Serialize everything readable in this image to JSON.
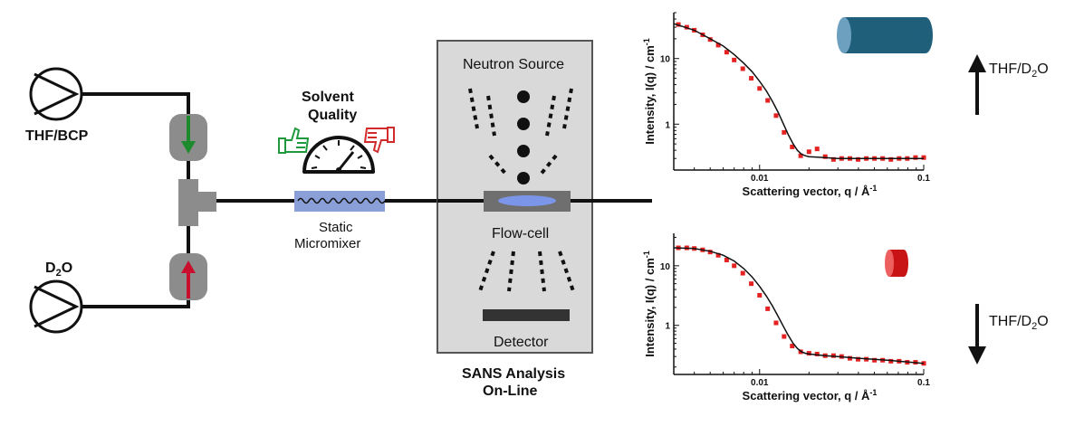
{
  "labels": {
    "pump_top": "THF/BCP",
    "pump_bottom_main": "D",
    "pump_bottom_sub": "2",
    "pump_bottom_end": "O",
    "solvent_line1": "Solvent",
    "solvent_line2": "Quality",
    "mixer_line1": "Static",
    "mixer_line2": "Micromixer",
    "neutron_source": "Neutron Source",
    "flow_cell": "Flow-cell",
    "detector": "Detector",
    "sans_line1": "SANS Analysis",
    "sans_line2": "On-Line",
    "arrow_up_main": "THF/D",
    "arrow_up_sub": "2",
    "arrow_up_end": "O",
    "arrow_down_main": "THF/D",
    "arrow_down_sub": "2",
    "arrow_down_end": "O"
  },
  "colors": {
    "thumbs_up": "#1e9a3c",
    "thumbs_down": "#d22b2b",
    "arrow_green": "#1e8a2e",
    "arrow_red": "#c8102e",
    "mixer_fill": "#8a9fd8",
    "cylinder_blue": "#1f5f7a",
    "cylinder_red": "#c81414",
    "sans_box": "#d9d9d9",
    "data_red": "#e52222"
  },
  "chart_data": [
    {
      "type": "scatter",
      "title": "",
      "xlabel": "Scattering vector, q / Å",
      "xlabel_sup": "-1",
      "ylabel": "Intensity, I(q) / cm",
      "ylabel_sup": "-1",
      "x_scale": "log",
      "y_scale": "log",
      "xlim": [
        0.003,
        0.1
      ],
      "ylim": [
        0.2,
        50
      ],
      "x_ticks": [
        {
          "value": 0.01,
          "label": "0.01"
        },
        {
          "value": 0.1,
          "label": "0.1"
        }
      ],
      "y_ticks": [
        {
          "value": 10,
          "label": "10"
        },
        {
          "value": 1,
          "label": "1"
        }
      ],
      "series": [
        {
          "kind": "points",
          "x": [
            0.0032,
            0.0036,
            0.004,
            0.0045,
            0.005,
            0.0056,
            0.0063,
            0.007,
            0.0079,
            0.0089,
            0.01,
            0.0112,
            0.0126,
            0.0141,
            0.0158,
            0.0178,
            0.02,
            0.0224,
            0.0251,
            0.0282,
            0.0316,
            0.0355,
            0.0398,
            0.0447,
            0.0501,
            0.0562,
            0.0631,
            0.0708,
            0.0794,
            0.0891,
            0.1
          ],
          "y": [
            33,
            30,
            27,
            23,
            19.5,
            16,
            12.5,
            9.5,
            7,
            5,
            3.5,
            2.3,
            1.35,
            0.75,
            0.45,
            0.33,
            0.38,
            0.42,
            0.32,
            0.29,
            0.3,
            0.3,
            0.29,
            0.3,
            0.3,
            0.3,
            0.29,
            0.3,
            0.3,
            0.31,
            0.31
          ]
        },
        {
          "kind": "fit",
          "x": [
            0.003,
            0.004,
            0.005,
            0.006,
            0.007,
            0.008,
            0.009,
            0.01,
            0.011,
            0.012,
            0.013,
            0.014,
            0.015,
            0.016,
            0.017,
            0.018,
            0.019,
            0.02,
            0.025,
            0.03,
            0.04,
            0.06,
            0.1
          ],
          "y": [
            34,
            27,
            20,
            15.5,
            11.5,
            8.5,
            6.3,
            4.5,
            3.2,
            2.2,
            1.5,
            1.0,
            0.68,
            0.5,
            0.4,
            0.35,
            0.33,
            0.32,
            0.31,
            0.3,
            0.3,
            0.3,
            0.3
          ]
        }
      ]
    },
    {
      "type": "scatter",
      "title": "",
      "xlabel": "Scattering vector, q / Å",
      "xlabel_sup": "-1",
      "ylabel": "Intensity, I(q) / cm",
      "ylabel_sup": "-1",
      "x_scale": "log",
      "y_scale": "log",
      "xlim": [
        0.003,
        0.1
      ],
      "ylim": [
        0.15,
        35
      ],
      "x_ticks": [
        {
          "value": 0.01,
          "label": "0.01"
        },
        {
          "value": 0.1,
          "label": "0.1"
        }
      ],
      "y_ticks": [
        {
          "value": 10,
          "label": "10"
        },
        {
          "value": 1,
          "label": "1"
        }
      ],
      "series": [
        {
          "kind": "points",
          "x": [
            0.0032,
            0.0036,
            0.004,
            0.0045,
            0.005,
            0.0056,
            0.0063,
            0.007,
            0.0079,
            0.0089,
            0.01,
            0.0112,
            0.0126,
            0.0141,
            0.0158,
            0.0178,
            0.02,
            0.0224,
            0.0251,
            0.0282,
            0.0316,
            0.0355,
            0.0398,
            0.0447,
            0.0501,
            0.0562,
            0.0631,
            0.0708,
            0.0794,
            0.0891,
            0.1
          ],
          "y": [
            20,
            20,
            19.5,
            18.5,
            17,
            15,
            12.5,
            10,
            7.5,
            5,
            3.2,
            1.9,
            1.1,
            0.65,
            0.45,
            0.36,
            0.34,
            0.33,
            0.31,
            0.31,
            0.3,
            0.28,
            0.27,
            0.27,
            0.26,
            0.26,
            0.25,
            0.25,
            0.24,
            0.24,
            0.23
          ]
        },
        {
          "kind": "fit",
          "x": [
            0.003,
            0.004,
            0.005,
            0.006,
            0.007,
            0.008,
            0.009,
            0.01,
            0.011,
            0.012,
            0.013,
            0.014,
            0.015,
            0.016,
            0.017,
            0.018,
            0.019,
            0.02,
            0.025,
            0.03,
            0.04,
            0.06,
            0.1
          ],
          "y": [
            20,
            19.5,
            17.5,
            15,
            12,
            9,
            6.5,
            4.5,
            3.1,
            2.1,
            1.4,
            0.95,
            0.67,
            0.5,
            0.41,
            0.36,
            0.34,
            0.33,
            0.31,
            0.3,
            0.28,
            0.26,
            0.23
          ]
        }
      ]
    }
  ]
}
